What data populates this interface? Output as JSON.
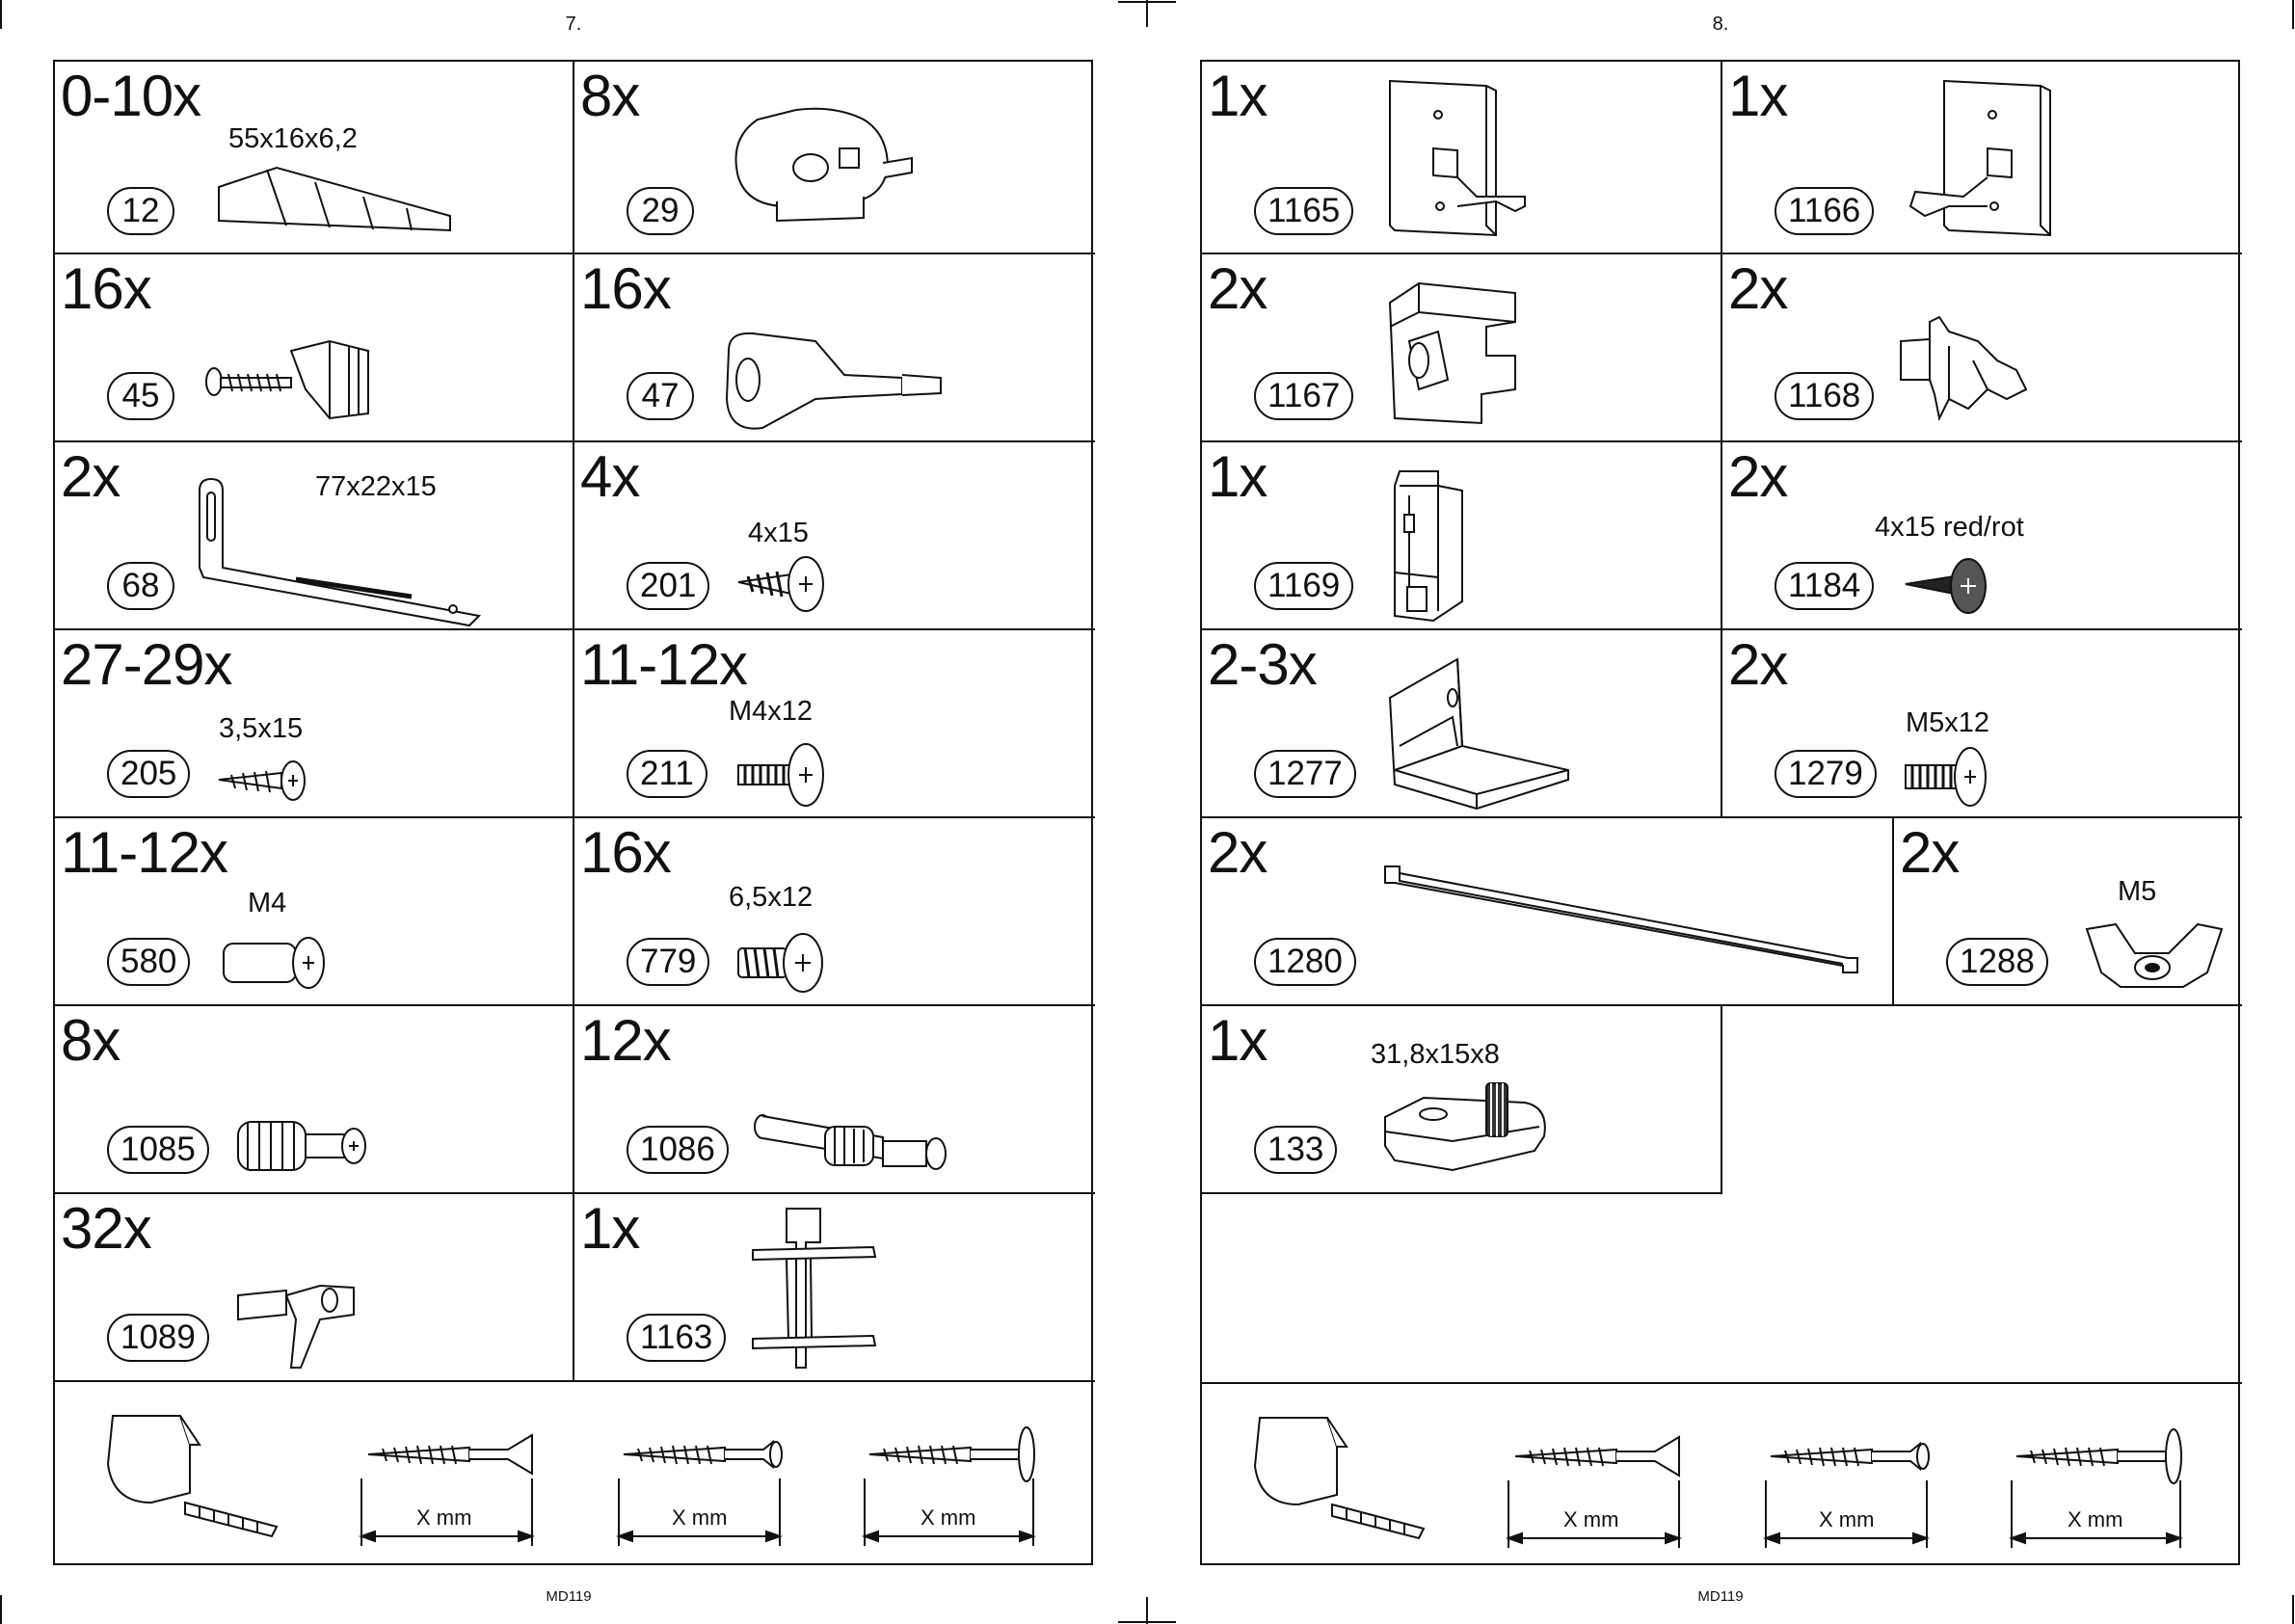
{
  "left_page": {
    "page_number": "7.",
    "footer": "MD119",
    "parts": [
      {
        "qty": "0-10x",
        "part_no": "12",
        "dim": "55x16x6,2",
        "icon": "wedge-icon"
      },
      {
        "qty": "8x",
        "part_no": "29",
        "dim": "",
        "icon": "cam-lock-icon"
      },
      {
        "qty": "16x",
        "part_no": "45",
        "dim": "",
        "icon": "corner-block-screw-icon"
      },
      {
        "qty": "16x",
        "part_no": "47",
        "dim": "",
        "icon": "hinge-clip-icon"
      },
      {
        "qty": "2x",
        "part_no": "68",
        "dim": "77x22x15",
        "icon": "angle-bracket-icon"
      },
      {
        "qty": "4x",
        "part_no": "201",
        "dim": "4x15",
        "icon": "screw-icon"
      },
      {
        "qty": "27-29x",
        "part_no": "205",
        "dim": "3,5x15",
        "icon": "screw-icon"
      },
      {
        "qty": "11-12x",
        "part_no": "211",
        "dim": "M4x12",
        "icon": "bolt-icon"
      },
      {
        "qty": "11-12x",
        "part_no": "580",
        "dim": "M4",
        "icon": "barrel-nut-icon"
      },
      {
        "qty": "16x",
        "part_no": "779",
        "dim": "6,5x12",
        "icon": "euro-screw-icon"
      },
      {
        "qty": "8x",
        "part_no": "1085",
        "dim": "",
        "icon": "dowel-screw-icon"
      },
      {
        "qty": "12x",
        "part_no": "1086",
        "dim": "",
        "icon": "connector-bolt-icon"
      },
      {
        "qty": "32x",
        "part_no": "1089",
        "dim": "",
        "icon": "shelf-support-icon"
      },
      {
        "qty": "1x",
        "part_no": "1163",
        "dim": "",
        "icon": "rail-bracket-icon"
      }
    ]
  },
  "right_page": {
    "page_number": "8.",
    "footer": "MD119",
    "parts": [
      {
        "qty": "1x",
        "part_no": "1165",
        "dim": "",
        "icon": "hook-plate-icon"
      },
      {
        "qty": "1x",
        "part_no": "1166",
        "dim": "",
        "icon": "hook-plate-icon"
      },
      {
        "qty": "2x",
        "part_no": "1167",
        "dim": "",
        "icon": "clamp-block-icon"
      },
      {
        "qty": "2x",
        "part_no": "1168",
        "dim": "",
        "icon": "clip-icon"
      },
      {
        "qty": "1x",
        "part_no": "1169",
        "dim": "",
        "icon": "bracket-clip-icon"
      },
      {
        "qty": "2x",
        "part_no": "1184",
        "dim": "4x15 red/rot",
        "icon": "screw-icon"
      },
      {
        "qty": "2-3x",
        "part_no": "1277",
        "dim": "",
        "icon": "l-bracket-icon"
      },
      {
        "qty": "2x",
        "part_no": "1279",
        "dim": "M5x12",
        "icon": "bolt-icon"
      },
      {
        "qty": "2x",
        "part_no": "1280",
        "dim": "",
        "icon": "profile-bar-icon"
      },
      {
        "qty": "2x",
        "part_no": "1288",
        "dim": "M5",
        "icon": "wing-nut-icon"
      },
      {
        "qty": "1x",
        "part_no": "133",
        "dim": "31,8x15x8",
        "icon": "adjustable-foot-icon"
      }
    ]
  },
  "measure_row": {
    "label": "X mm",
    "icons": [
      "tape-measure-icon",
      "countersunk-screw-icon",
      "raised-head-screw-icon",
      "pan-head-screw-icon"
    ]
  }
}
